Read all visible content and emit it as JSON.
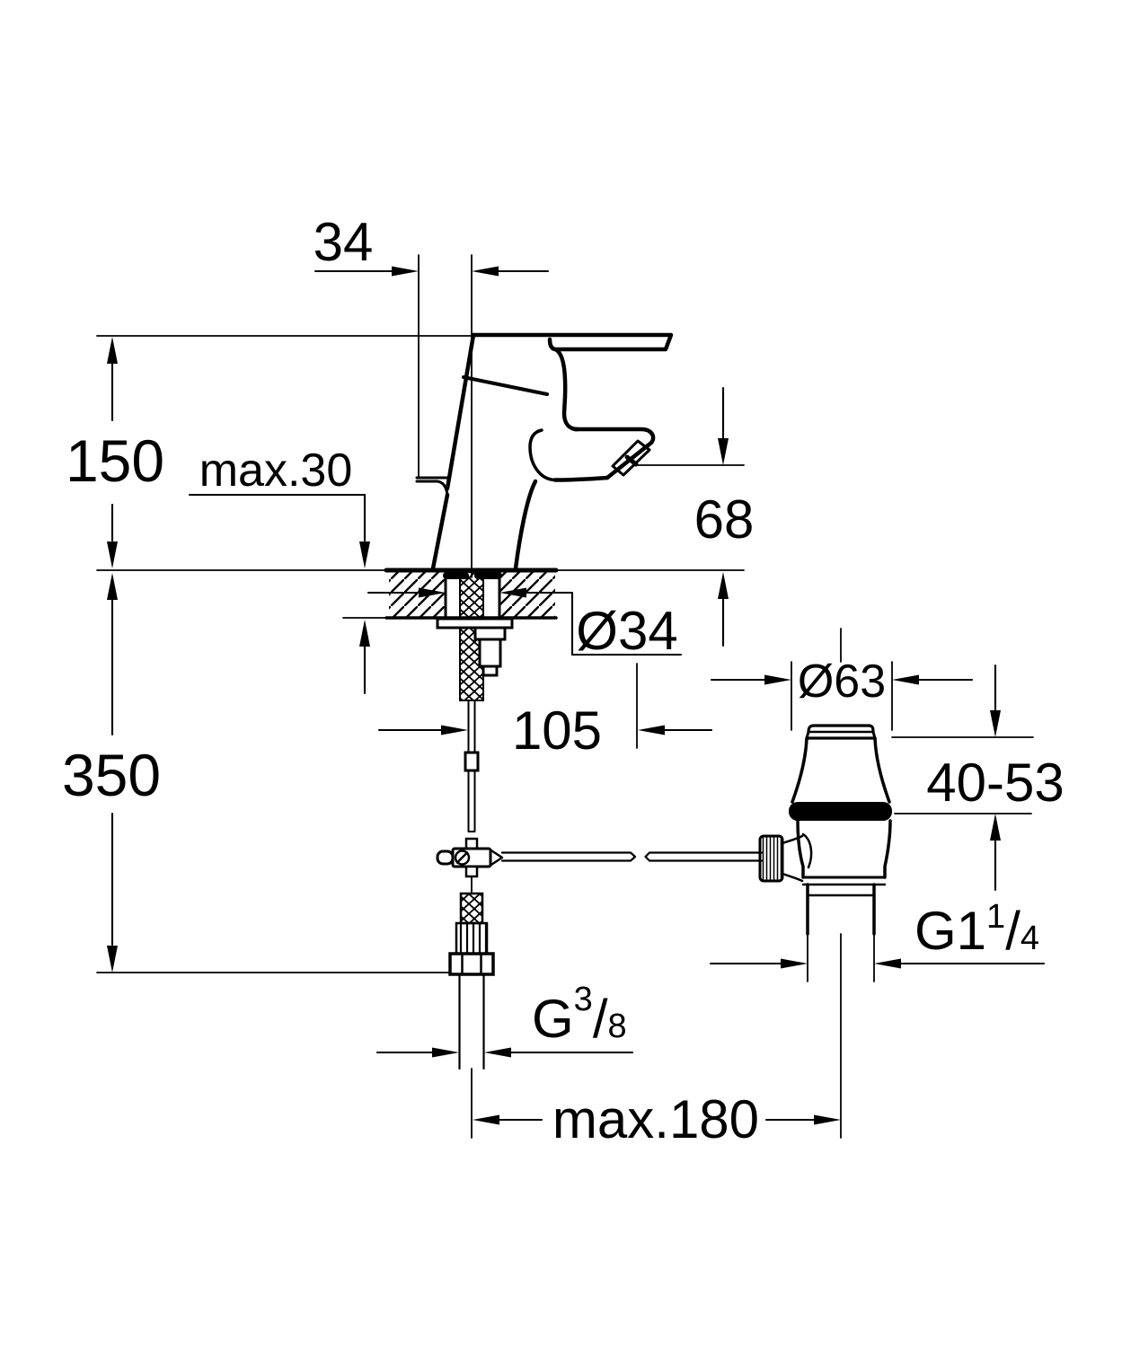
{
  "drawing": {
    "type": "technical-dimension-drawing",
    "subject": "single-lever basin mixer with pop-up waste, installation side view",
    "colors": {
      "line": "#000000",
      "background": "#ffffff"
    },
    "dims": {
      "handle_offset": "34",
      "height_above_deck": "150",
      "deck_thickness_max": "max.30",
      "spout_height": "68",
      "hole_dia": "Ø34",
      "spout_reach": "105",
      "hose_length": "350",
      "flange_dia": "Ø63",
      "waste_height_range": "40-53",
      "waste_thread_base": "G1",
      "waste_thread_sup": "1",
      "waste_thread_slash": "/",
      "waste_thread_sub": "4",
      "supply_thread_base": "G",
      "supply_thread_sup": "3",
      "supply_thread_slash": "/",
      "supply_thread_sub": "8",
      "max_center_distance": "max.180"
    }
  }
}
